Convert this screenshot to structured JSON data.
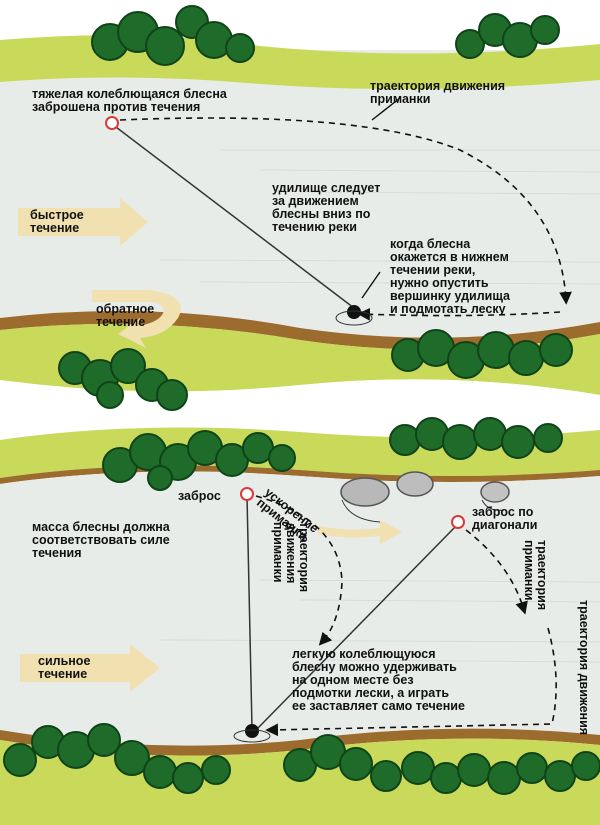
{
  "colors": {
    "bank": "#c9d95a",
    "bank_edge": "#9c6b2e",
    "water": "#e8ece9",
    "tree": "#1f6b2a",
    "tree_dark": "#0f4418",
    "arrow": "#f1e0b0",
    "lure_ring": "#d83a3a"
  },
  "top": {
    "heavy_lure_lines": [
      "тяжелая колеблющаяся блесна",
      "заброшена против течения"
    ],
    "trajectory_lines": [
      "траектория движения",
      "приманки"
    ],
    "rod_follows_lines": [
      "удилище следует",
      "за движением",
      "блесны вниз по",
      "течению реки"
    ],
    "lower_rod_lines": [
      "когда блесна",
      "окажется в нижнем",
      "течении реки,",
      "нужно опустить",
      "вершинку удилища",
      "и подмотать леску"
    ],
    "fast_current_lines": [
      "быстрое",
      "течение"
    ],
    "reverse_current_lines": [
      "обратное",
      "течение"
    ]
  },
  "bottom": {
    "cast_label": "заброс",
    "acceleration_lines": [
      "ускорение",
      "приманки"
    ],
    "trajectory_left_lines": [
      "траектория",
      "движения",
      "приманки"
    ],
    "diagonal_cast_lines": [
      "заброс по",
      "диагонали"
    ],
    "trajectory_right_lines": [
      "траектория",
      "приманки"
    ],
    "trajectory_far_right": "траектория движения",
    "mass_lines": [
      "масса блесны должна",
      "соответствовать силе",
      "течения"
    ],
    "strong_current_lines": [
      "сильное",
      "течение"
    ],
    "light_lure_lines": [
      "легкую колеблющуюся",
      "блесну можно удерживать",
      "на одном месте без",
      "подмотки лески, а играть",
      "ее заставляет само течение"
    ]
  }
}
